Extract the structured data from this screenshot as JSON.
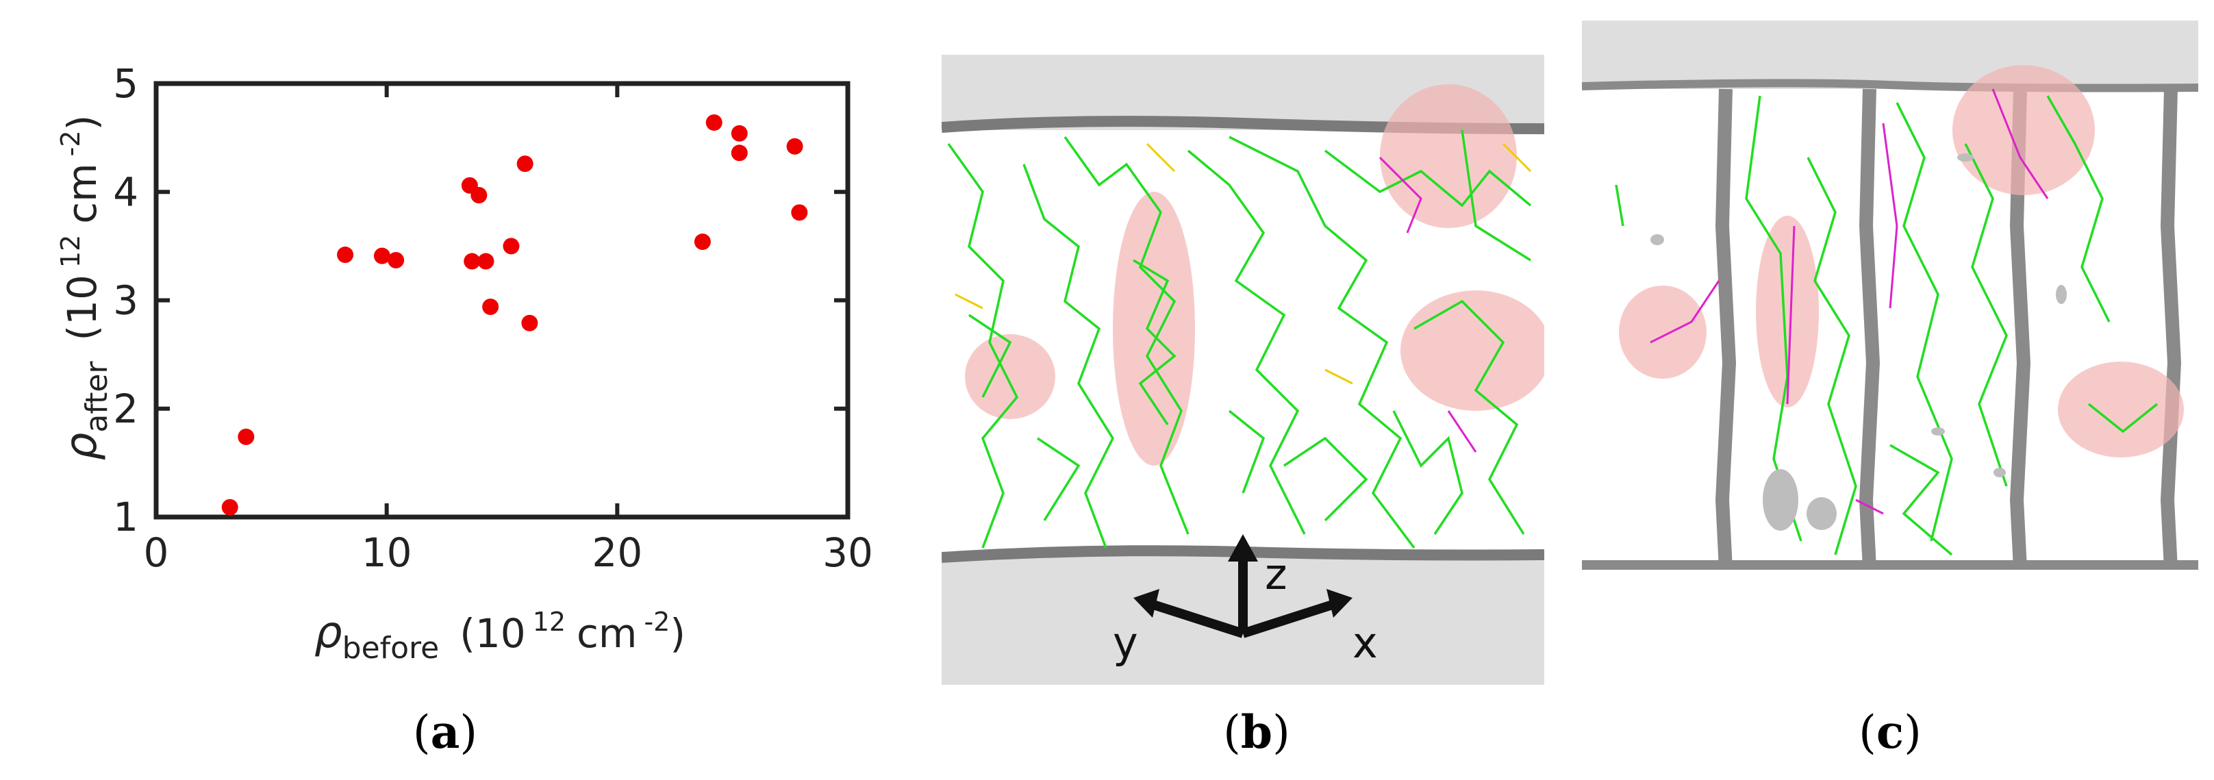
{
  "panels": {
    "a": {
      "open": "(",
      "letter": "a",
      "close": ")"
    },
    "b": {
      "open": "(",
      "letter": "b",
      "close": ")"
    },
    "c": {
      "open": "(",
      "letter": "c",
      "close": ")"
    }
  },
  "chart_data": {
    "type": "scatter",
    "xlim": [
      0,
      30
    ],
    "ylim": [
      1,
      5
    ],
    "x_ticks": [
      "0",
      "10",
      "20",
      "30"
    ],
    "y_ticks": [
      "1",
      "2",
      "3",
      "4",
      "5"
    ],
    "xlabel": {
      "symbol": "ρ",
      "sub": "before",
      "unit_open": "(10",
      "exp": "12",
      "unit_mid": "cm",
      "exp2": "-2",
      "unit_close": ")"
    },
    "ylabel": {
      "symbol": "ρ",
      "sub": "after",
      "unit_open": "(10",
      "exp": "12",
      "unit_mid": "cm",
      "exp2": "-2",
      "unit_close": ")"
    },
    "marker_color": "#ee0000",
    "points": [
      {
        "x": 3.2,
        "y": 1.09
      },
      {
        "x": 3.9,
        "y": 1.74
      },
      {
        "x": 8.2,
        "y": 3.42
      },
      {
        "x": 9.8,
        "y": 3.41
      },
      {
        "x": 10.4,
        "y": 3.37
      },
      {
        "x": 13.6,
        "y": 4.06
      },
      {
        "x": 14.0,
        "y": 3.97
      },
      {
        "x": 13.7,
        "y": 3.36
      },
      {
        "x": 14.3,
        "y": 3.36
      },
      {
        "x": 14.5,
        "y": 2.94
      },
      {
        "x": 15.4,
        "y": 3.5
      },
      {
        "x": 16.0,
        "y": 4.26
      },
      {
        "x": 16.2,
        "y": 2.79
      },
      {
        "x": 23.7,
        "y": 3.54
      },
      {
        "x": 24.2,
        "y": 4.64
      },
      {
        "x": 25.3,
        "y": 4.54
      },
      {
        "x": 25.3,
        "y": 4.36
      },
      {
        "x": 27.7,
        "y": 4.42
      },
      {
        "x": 27.9,
        "y": 3.81
      }
    ]
  },
  "axes_labels_b": {
    "z": "z",
    "y": "y",
    "x": "x"
  },
  "colors": {
    "dislocation_green": "#22dd22",
    "dislocation_magenta": "#dd22cc",
    "dislocation_yellow": "#eecc00",
    "highlight_pink": "#f4b4b4",
    "surface_gray": "#dedede",
    "edge_gray": "#7a7a7a"
  }
}
